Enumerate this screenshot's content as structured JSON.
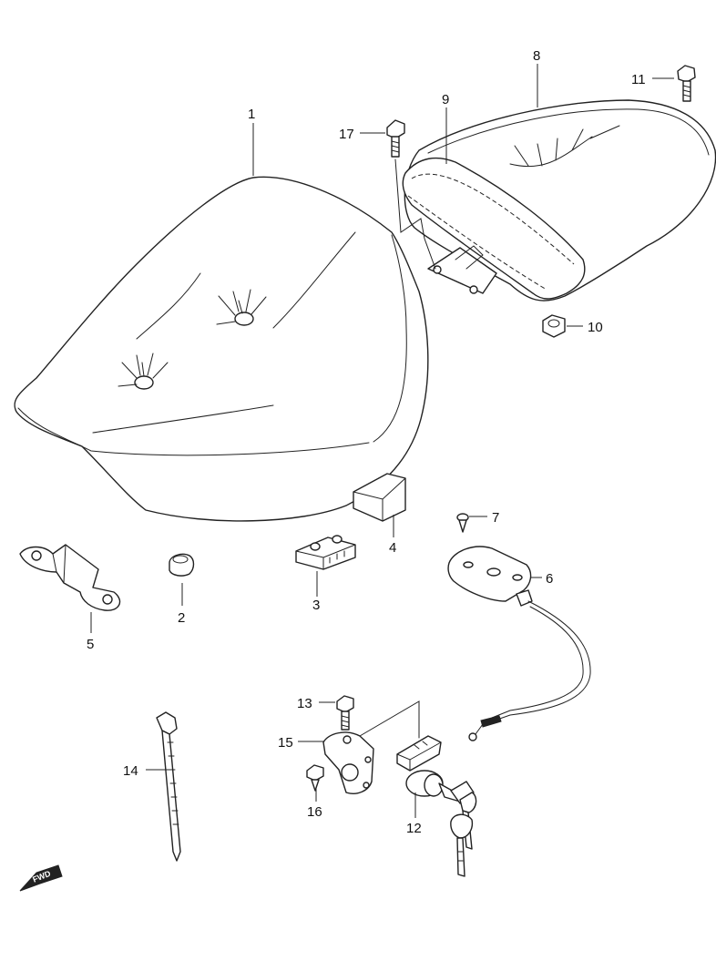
{
  "callouts": {
    "p1": "1",
    "p2": "2",
    "p3": "3",
    "p4": "4",
    "p5": "5",
    "p6": "6",
    "p7": "7",
    "p8": "8",
    "p9": "9",
    "p10": "10",
    "p11": "11",
    "p12": "12",
    "p13": "13",
    "p14": "14",
    "p15": "15",
    "p16": "16",
    "p17": "17"
  },
  "fwd_indicator": {
    "label": "FWD",
    "icon": "forward-arrow-icon"
  },
  "colors": {
    "line": "#222222",
    "background": "#ffffff"
  }
}
